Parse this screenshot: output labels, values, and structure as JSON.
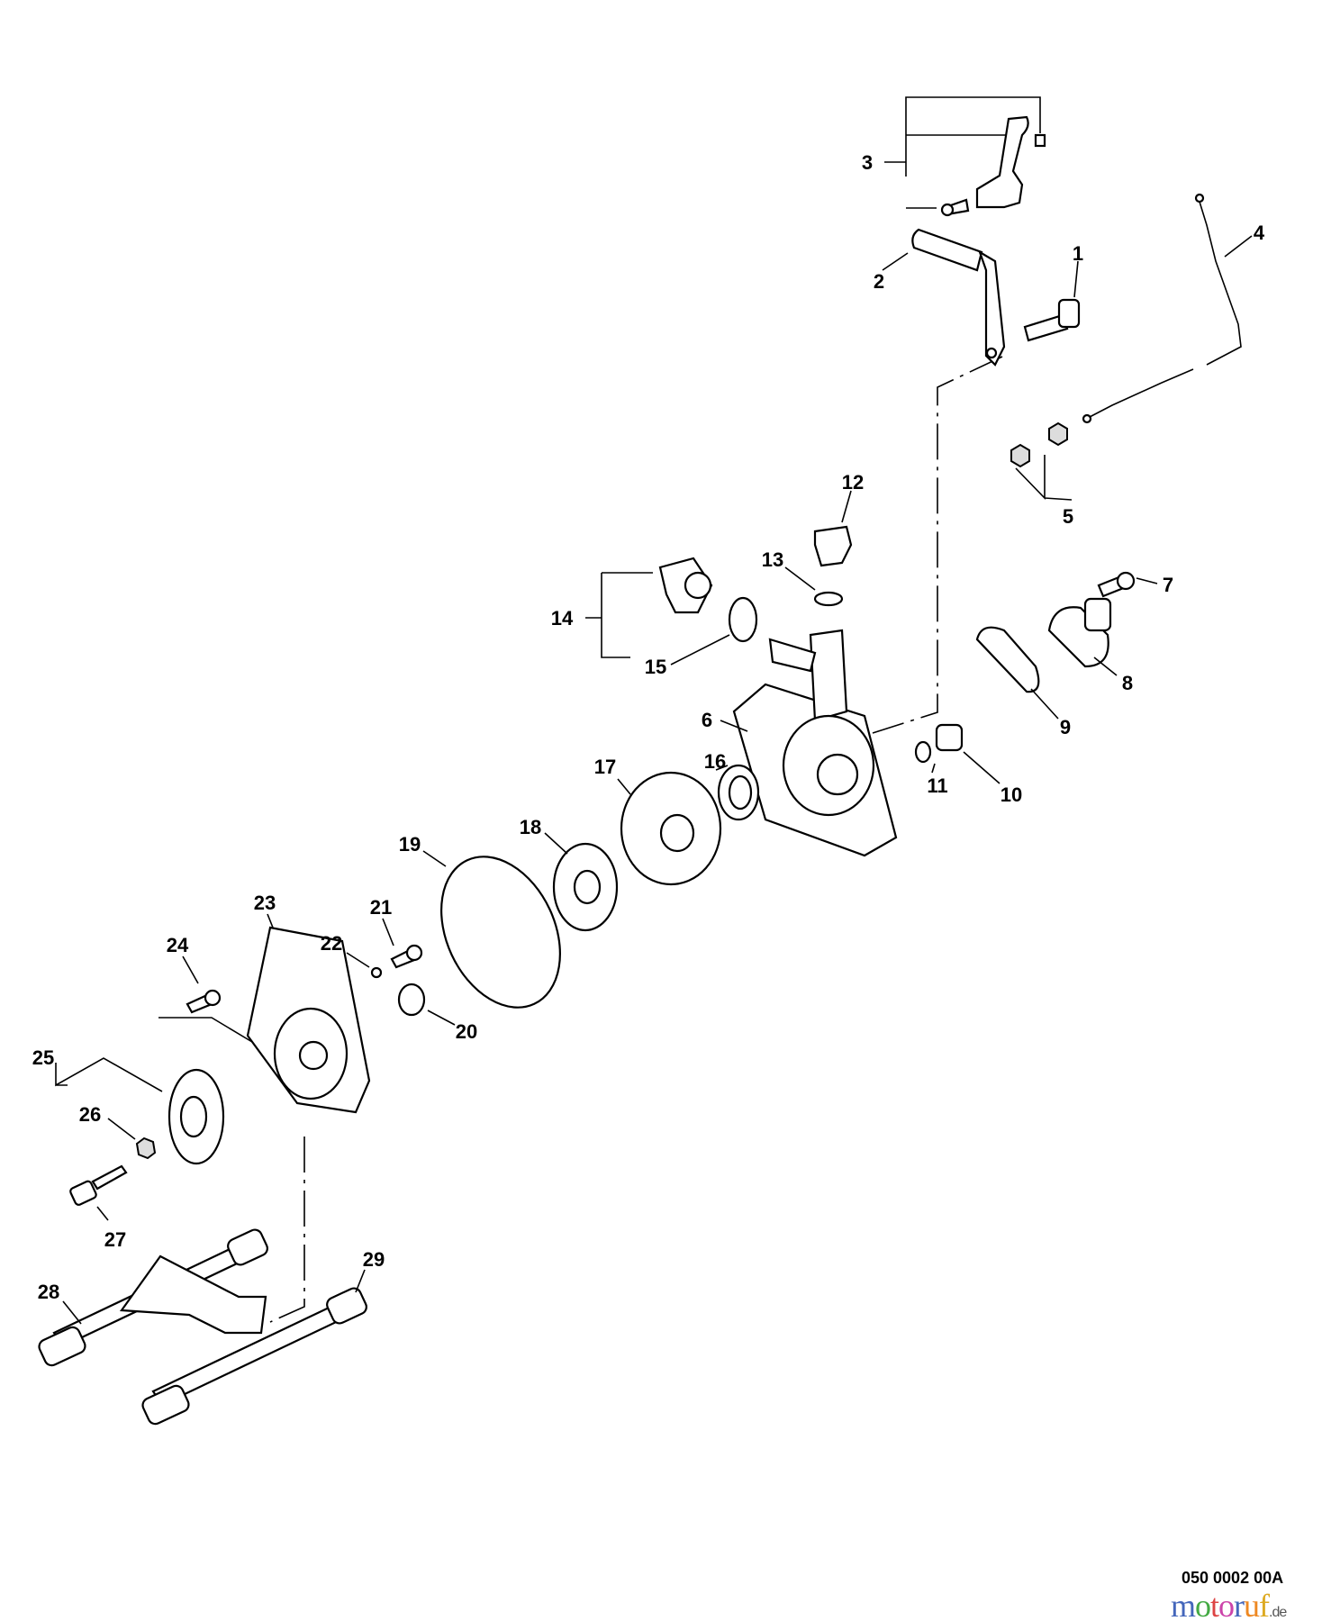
{
  "diagram": {
    "part_labels": [
      "1",
      "2",
      "3",
      "4",
      "5",
      "6",
      "7",
      "8",
      "9",
      "10",
      "11",
      "12",
      "13",
      "14",
      "15",
      "16",
      "17",
      "18",
      "19",
      "20",
      "21",
      "22",
      "23",
      "24",
      "25",
      "26",
      "27",
      "28",
      "29"
    ],
    "drawing_code": "050 0002 00A",
    "watermark": {
      "letters": [
        "m",
        "o",
        "t",
        "o",
        "r",
        "u",
        "f"
      ],
      "suffix": ".de",
      "colors": [
        "#4466bb",
        "#44aa44",
        "#dd4444",
        "#cc44aa",
        "#4466bb",
        "#ee8822",
        "#ddaa22"
      ]
    }
  }
}
